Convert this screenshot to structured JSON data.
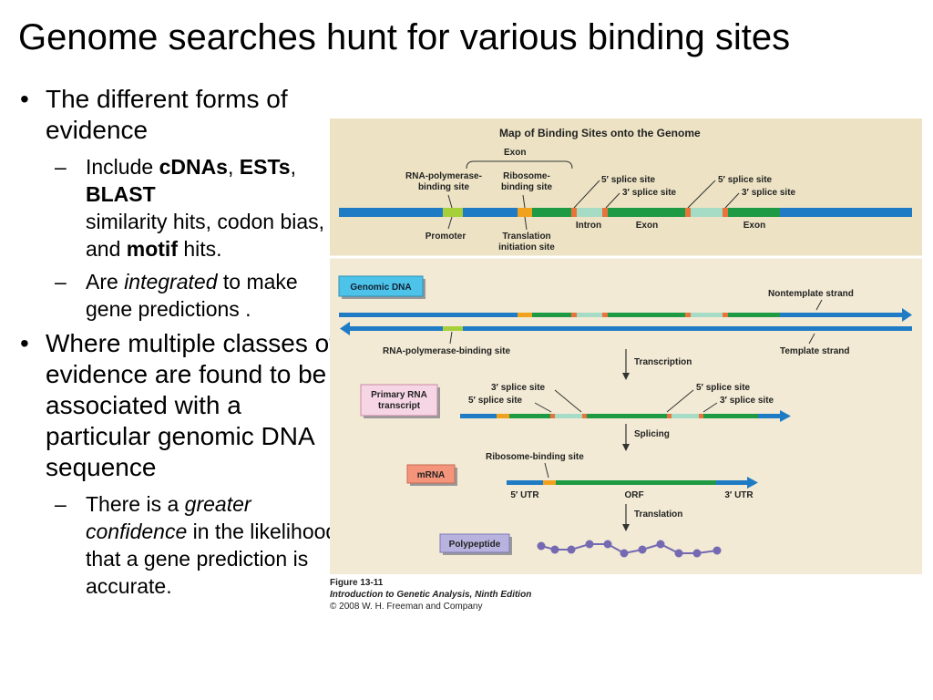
{
  "title": "Genome searches hunt for various binding sites",
  "bullets": {
    "b1": "The different forms of evidence",
    "b1_sub1": {
      "t1": "Include ",
      "cdnas": "cDNAs",
      "t2": ",",
      "ests": "ESTs",
      "t3": ", ",
      "blast": "BLAST",
      "t4": "similarity hits, codon bias, and ",
      "motif": "motif",
      "t5": " hits."
    },
    "b1_sub2": {
      "t1": "Are ",
      "integrated": "integrated",
      "t2": " to make gene predictions ."
    },
    "b2": "Where multiple classes of evidence are found to be associated with a particular genomic DNA sequence",
    "b2_sub1": {
      "t1": "There is a ",
      "greater": "greater confidence",
      "t2": " in the likelihood that a gene prediction is accurate."
    }
  },
  "figure": {
    "map_title": "Map of Binding Sites onto the Genome",
    "exon_top": "Exon",
    "rnap_site": [
      "RNA-polymerase-",
      "binding site"
    ],
    "ribo_site": [
      "Ribosome-",
      "binding site"
    ],
    "splice5_a": "5′ splice site",
    "splice3_a": "3′ splice site",
    "splice5_b": "5′ splice site",
    "splice3_b": "3′ splice site",
    "promoter": "Promoter",
    "tis": [
      "Translation",
      "initiation site"
    ],
    "intron": "Intron",
    "exon_a": "Exon",
    "exon_b": "Exon",
    "genomic_dna": "Genomic DNA",
    "nontemplate": "Nontemplate strand",
    "rnap_site_2": "RNA-polymerase-binding site",
    "transcription": "Transcription",
    "template": "Template strand",
    "primary_rna": [
      "Primary RNA",
      "transcript"
    ],
    "pr_3splice_l": "3′ splice site",
    "pr_5splice_l": "5′ splice site",
    "pr_5splice_r": "5′ splice site",
    "pr_3splice_r": "3′ splice site",
    "splicing": "Splicing",
    "ribo_site_2": "Ribosome-binding site",
    "mrna": "mRNA",
    "utr5": "5′ UTR",
    "orf": "ORF",
    "utr3": "3′ UTR",
    "translation": "Translation",
    "polypeptide": "Polypeptide"
  },
  "caption": {
    "fig_no": "Figure 13-11",
    "book": "Introduction to Genetic Analysis, Ninth Edition",
    "copyright": "© 2008 W. H. Freeman and Company"
  },
  "colors": {
    "blue": "#1f7bc4",
    "green": "#1e9a45",
    "lime": "#a6cf3a",
    "orange": "#f0a21e",
    "salmon": "#e8743b",
    "mint": "#a6dcc6",
    "purple": "#7469b2",
    "fig_bg_top": "#ede3c4",
    "fig_bg": "#f2ead4"
  }
}
